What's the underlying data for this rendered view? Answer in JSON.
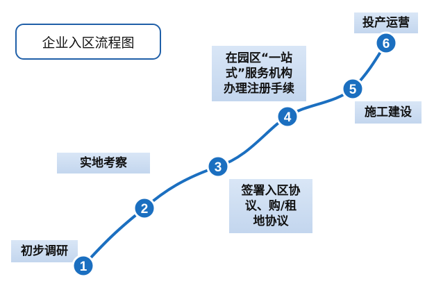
{
  "title": "企业入区流程图",
  "steps": [
    {
      "number": "1",
      "label": "初步调研"
    },
    {
      "number": "2",
      "label": "实地考察"
    },
    {
      "number": "3",
      "label": "签署入区协\n议、购/租\n地协议"
    },
    {
      "number": "4",
      "label": "在园区“一站\n式”服务机构\n办理注册手续"
    },
    {
      "number": "5",
      "label": "施工建设"
    },
    {
      "number": "6",
      "label": "投产运营"
    }
  ],
  "colors": {
    "line": "#1b6fc0",
    "node_fill": "#1b6fc0",
    "node_text": "#ffffff",
    "label_bg": "#cddcf0",
    "title_border": "#1f5fa8"
  }
}
